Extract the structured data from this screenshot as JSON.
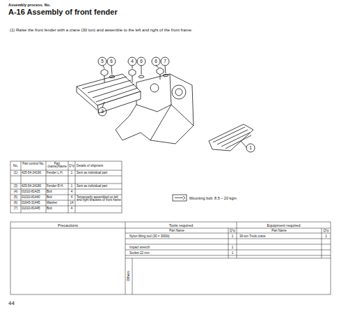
{
  "diagram": {
    "title": "A-16 Assembly of front fender",
    "labels": [
      "Assembly process. No.",
      "(1) Raise the front fender with a crane (30 ton) and assemble to the left and right of the front frame.",
      "5",
      "6",
      "4",
      "6",
      "6",
      "7",
      "3",
      "1",
      "No.",
      "Part control No.",
      "Part (name)/Name",
      "Q'ty",
      "Details of shipment",
      "(1)",
      "425-54-24190",
      "Fender L.H.",
      "1",
      "Sent as individual part",
      "(3)",
      "425-54-24180",
      "Fender R.H.",
      "1",
      "Sent as individual part",
      "(4)",
      "01010-81425",
      "Bolt",
      "4",
      "(5)",
      "01010-81440",
      "Bolt",
      "4",
      "Temporarily assembled on left and right brackets of front frame",
      "(6)",
      "01643-31445",
      "Washer",
      "14",
      "(7)",
      "01010-81445",
      "Bolt",
      "4",
      "Mounting bolt: 8.5 – 20 kgm",
      "Precautions",
      "Tools required",
      "Equipment required",
      "Part Name",
      "Q'ty",
      "Part Name",
      "Q'ty",
      "Nylon lifting tool (30 × 3000ℓ)",
      "1",
      "30-ton Truck crane",
      "1",
      "Impact wrench",
      "1",
      "Socket 22 mm",
      "1",
      "Others",
      "44"
    ]
  }
}
